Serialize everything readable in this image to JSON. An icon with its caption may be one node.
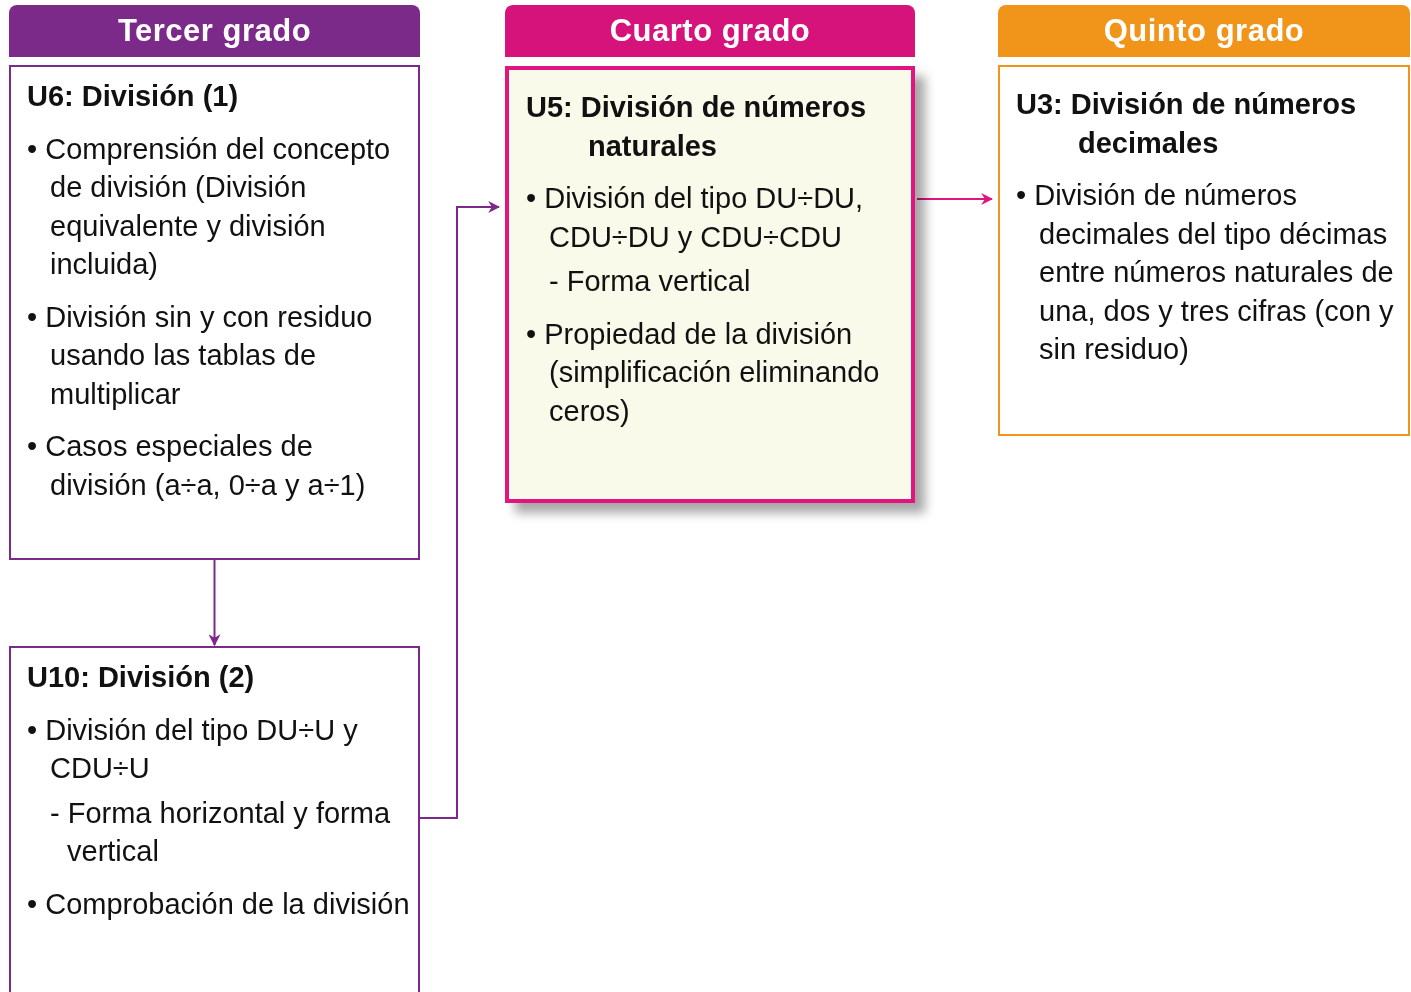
{
  "diagram": {
    "nodes": [
      {
        "text": [
          "Tercer grado"
        ]
      },
      {
        "text": [
          "Cuarto grado"
        ]
      },
      {
        "text": [
          "Quinto grado"
        ]
      },
      {
        "text": [
          "U6: División (1)",
          "• Comprensión del concepto de división (División equivalente y división incluida)",
          "• División sin y con residuo usando las tablas de multiplicar",
          "• Casos especiales de división (a÷a, 0÷a y a÷1)"
        ]
      },
      {
        "text": [
          "U10: División (2)",
          "• División del tipo DU÷U y CDU÷U",
          "- Forma  horizontal y forma vertical",
          "• Comprobación de la división"
        ]
      },
      {
        "text": [
          "U5: División de números naturales",
          "• División del tipo DU÷DU, CDU÷DU y CDU÷CDU",
          "- Forma vertical",
          "• Propiedad de la división (simplificación eliminando ceros)"
        ]
      },
      {
        "text": [
          "U3: División de números decimales",
          "• División de números decimales del tipo décimas entre números naturales de una, dos y tres cifras (con y sin residuo)"
        ]
      }
    ],
    "edges": [
      {
        "from": 3,
        "to": 4,
        "arrow": "to"
      },
      {
        "from": 4,
        "to": 5,
        "arrow": "to"
      },
      {
        "from": 5,
        "to": 6,
        "arrow": "to",
        "color": "#e0157f"
      }
    ]
  }
}
